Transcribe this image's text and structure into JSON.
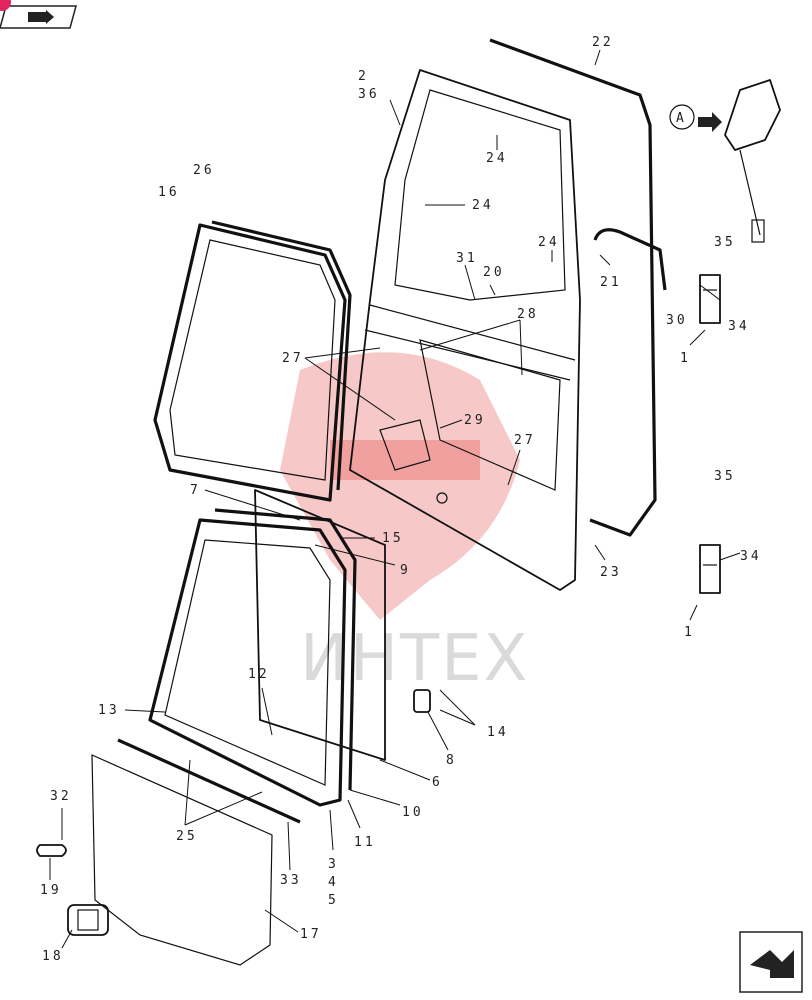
{
  "callout_numbers": [
    "22",
    "2",
    "36",
    "24",
    "24",
    "24",
    "31",
    "20",
    "21",
    "35",
    "30",
    "34",
    "1",
    "26",
    "16",
    "28",
    "27",
    "29",
    "27",
    "35",
    "34",
    "1",
    "23",
    "7",
    "15",
    "9",
    "12",
    "13",
    "14",
    "8",
    "6",
    "10",
    "11",
    "3",
    "4",
    "5",
    "32",
    "25",
    "19",
    "33",
    "17",
    "18"
  ],
  "detail_marker": "A",
  "watermark_text": "ИНТЕХ",
  "colors": {
    "line": "#111111",
    "watermark": "#e23b3b",
    "badge": "#e0245e"
  },
  "icons": {
    "top_nav": "book-nav-icon",
    "bottom_nav": "next-page-icon"
  }
}
